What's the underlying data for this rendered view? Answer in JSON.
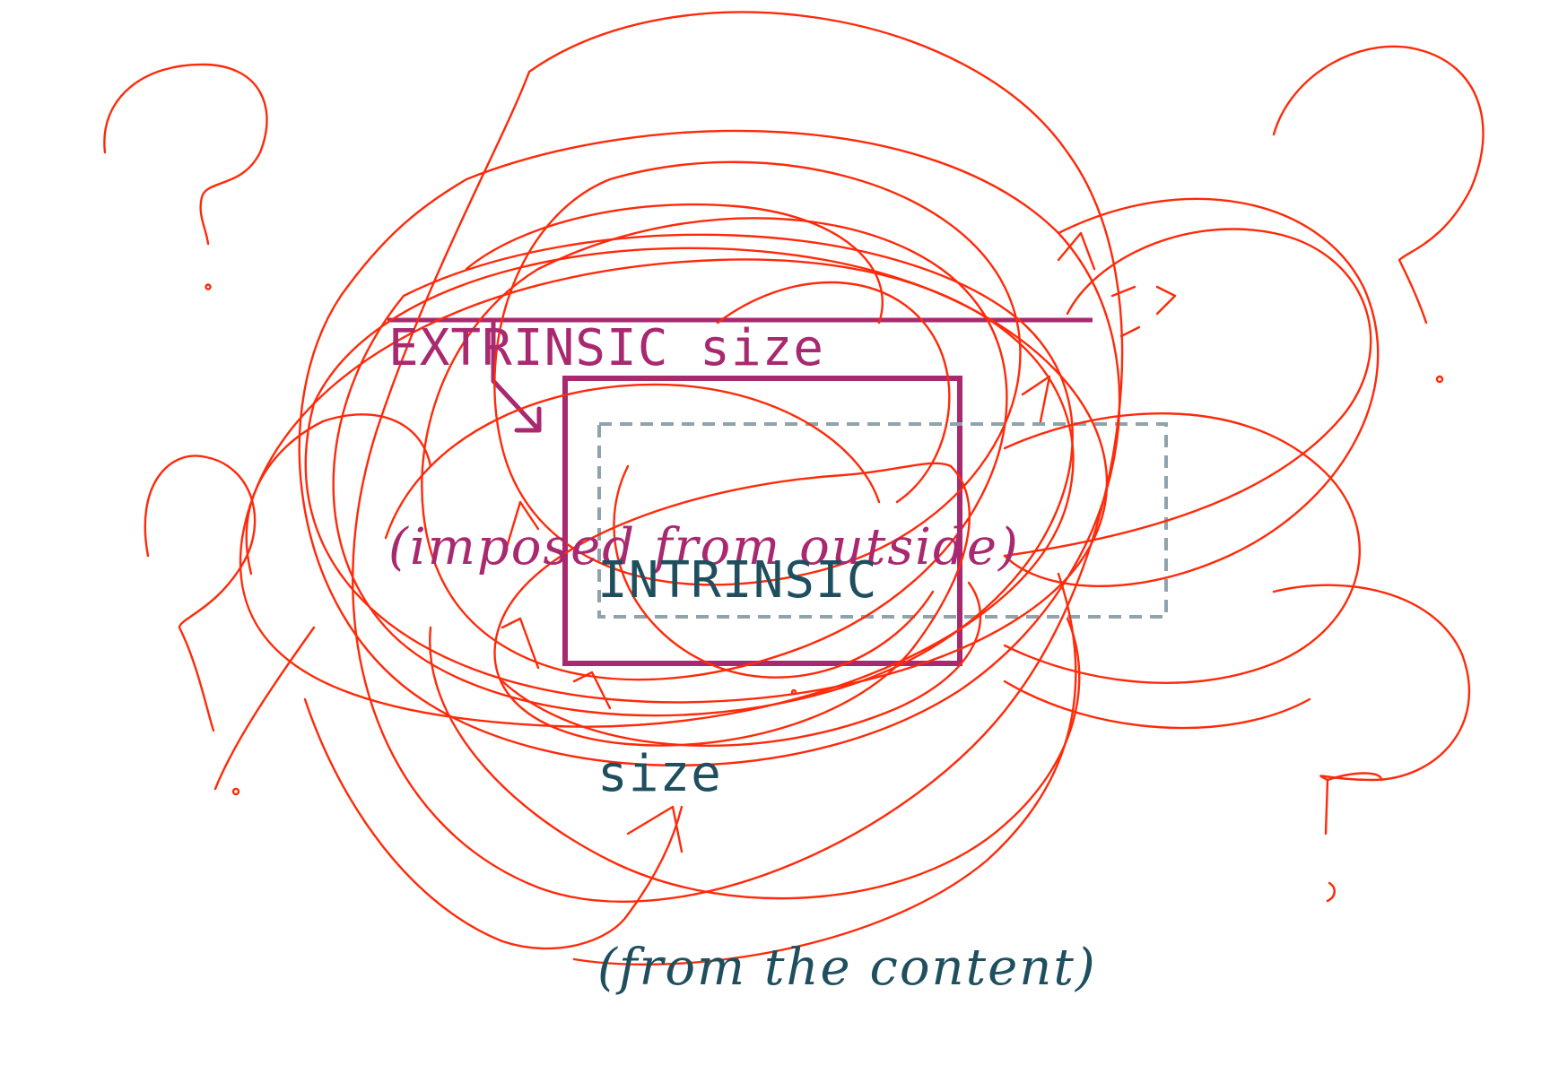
{
  "colors": {
    "background": "#ffffff",
    "extrinsic": "#a8296f",
    "intrinsic": "#1f4f5f",
    "dashed_outline": "#8fa3ab",
    "scribble": "#ff2a0a"
  },
  "extrinsic": {
    "heading": "EXTRINSIC size",
    "subheading": "(imposed from outside)"
  },
  "intrinsic": {
    "heading_line1": "INTRINSIC",
    "heading_line2": "size",
    "subheading": "(from the content)"
  },
  "icons": [
    "arrow-icon",
    "question-mark-icon"
  ]
}
